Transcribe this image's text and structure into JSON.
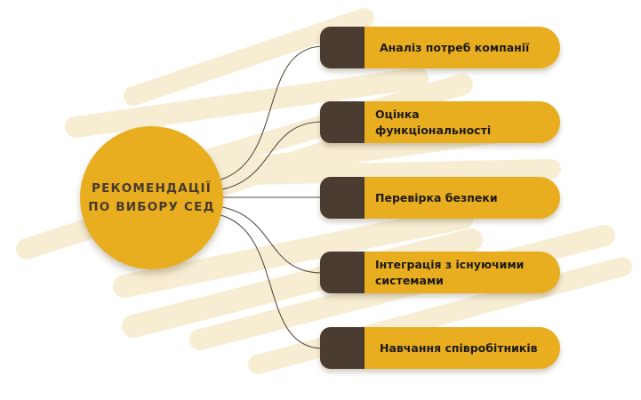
{
  "diagram": {
    "hub": {
      "line1": "РЕКОМЕНДАЦІЇ",
      "line2": "ПО ВИБОРУ СЕД"
    },
    "items": [
      {
        "label": "Аналіз потреб компанії"
      },
      {
        "label": "Оцінка функціональності"
      },
      {
        "label": "Перевірка безпеки"
      },
      {
        "label": "Інтеграція з існуючими системами"
      },
      {
        "label": "Навчання співробітників"
      }
    ]
  },
  "colors": {
    "accent_yellow": "#E8AE20",
    "tab_brown": "#4A3C31",
    "background_strokes": "#F7EDD3",
    "connector_lines": "#5B4D42",
    "text_dark": "#1E1A16"
  }
}
